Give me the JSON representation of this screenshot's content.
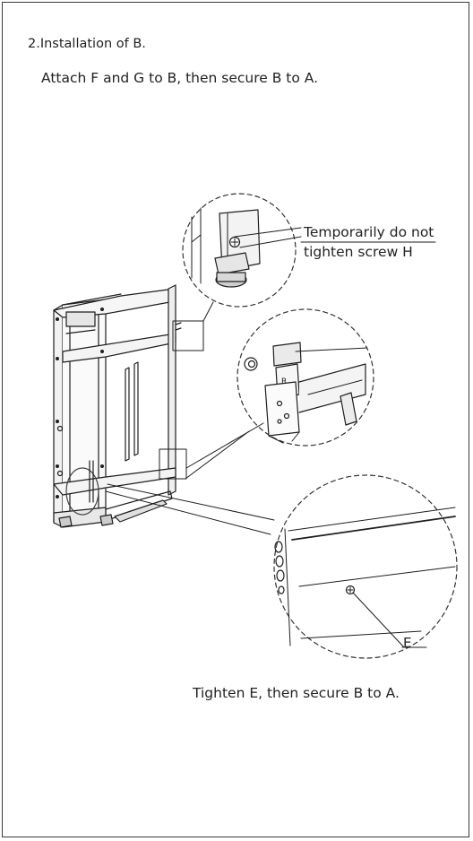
{
  "step": {
    "title": "2.Installation of B.",
    "description": "Attach F and G to B, then secure B to A."
  },
  "callouts": {
    "screw_h_line1": "Temporarily do not",
    "screw_h_line2": "tighten screw H",
    "label_e": "E",
    "bottom_note": "Tighten E, then secure B to A."
  }
}
